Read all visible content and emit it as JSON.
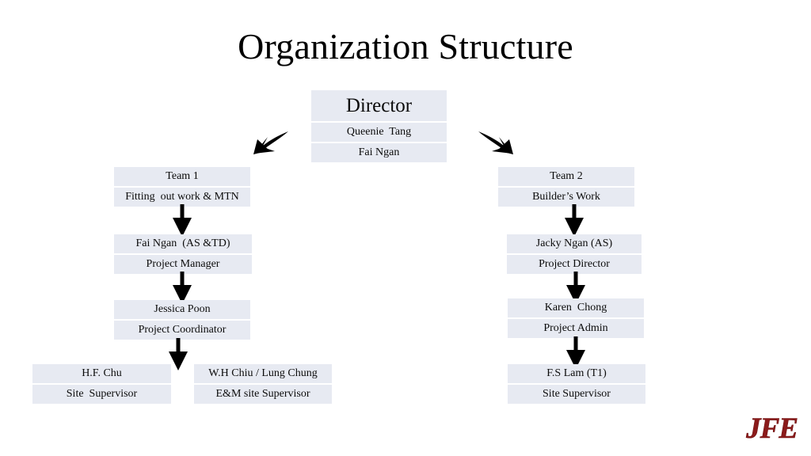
{
  "slide": {
    "title": "Organization Structure",
    "background_color": "#FFFFFF",
    "box_fill_color": "#E7EAF2",
    "text_color": "#000000",
    "logo_color": "#8B1A1A"
  },
  "logo": {
    "text": "JFE"
  },
  "org": {
    "director": {
      "title": "Director",
      "person_1": "Queenie  Tang",
      "person_2": "Fai Ngan"
    },
    "team1": {
      "header": "Team 1",
      "scope": "Fitting  out work & MTN",
      "nodes": [
        {
          "name": "Fai Ngan  (AS &TD)",
          "role": "Project Manager"
        },
        {
          "name": "Jessica Poon",
          "role": "Project Coordinator"
        }
      ],
      "site_left": {
        "name": "H.F. Chu",
        "role": "Site  Supervisor"
      },
      "site_right": {
        "name": "W.H Chiu / Lung Chung",
        "role": "E&M site Supervisor"
      }
    },
    "team2": {
      "header": "Team 2",
      "scope": "Builder’s Work",
      "nodes": [
        {
          "name": "Jacky Ngan (AS)",
          "role": "Project Director"
        },
        {
          "name": "Karen  Chong",
          "role": "Project Admin"
        }
      ],
      "site": {
        "name": "F.S Lam (T1)",
        "role": "Site Supervisor"
      }
    }
  }
}
